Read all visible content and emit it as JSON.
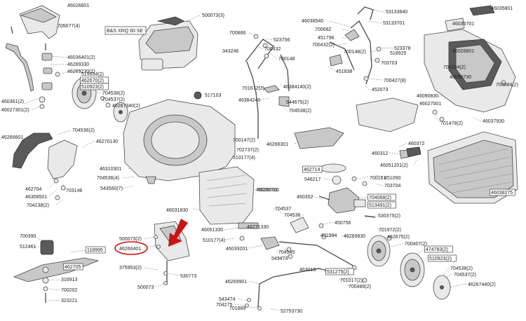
{
  "engine_label": "B&S XRQ 60 SE",
  "highlight_color": "#d01010",
  "arrow_color": "#c81414",
  "labels": [
    {
      "id": "l1",
      "text": "46026601"
    },
    {
      "id": "l2",
      "text": "705077(4)"
    },
    {
      "id": "l3",
      "text": "46036401(2)"
    },
    {
      "id": "l4",
      "text": "46269330"
    },
    {
      "id": "l5",
      "text": "46269230(2)"
    },
    {
      "id": "l6",
      "text": "519554(2)"
    },
    {
      "id": "l7",
      "text": "462670(2)",
      "boxed": true
    },
    {
      "id": "l8",
      "text": "510923(2)",
      "boxed": true
    },
    {
      "id": "l9",
      "text": "704538(2)"
    },
    {
      "id": "l10",
      "text": "704537(2)"
    },
    {
      "id": "l11",
      "text": "46267340(2)"
    },
    {
      "id": "l12",
      "text": "460361(2)"
    },
    {
      "id": "l13",
      "text": "46027301(2)"
    },
    {
      "id": "l14",
      "text": "500073(3)"
    },
    {
      "id": "l15",
      "text": "700866"
    },
    {
      "id": "l16",
      "text": "523756"
    },
    {
      "id": "l17",
      "text": "700432"
    },
    {
      "id": "l18",
      "text": "343246"
    },
    {
      "id": "l19",
      "text": "700148"
    },
    {
      "id": "l20",
      "text": "46038540"
    },
    {
      "id": "l21",
      "text": "700682"
    },
    {
      "id": "l22",
      "text": "451796"
    },
    {
      "id": "l23",
      "text": "700432(2)"
    },
    {
      "id": "l24",
      "text": "451838"
    },
    {
      "id": "l25",
      "text": "53133840"
    },
    {
      "id": "l26",
      "text": "53133701"
    },
    {
      "id": "l27",
      "text": "523378"
    },
    {
      "id": "l28",
      "text": "700148(2)"
    },
    {
      "id": "l29",
      "text": "518925"
    },
    {
      "id": "l30",
      "text": "703703"
    },
    {
      "id": "l31",
      "text": "46035801"
    },
    {
      "id": "l32",
      "text": "46035701"
    },
    {
      "id": "l33",
      "text": "46026801"
    },
    {
      "id": "l34",
      "text": "705104(2)"
    },
    {
      "id": "l35",
      "text": "46090730"
    },
    {
      "id": "l36",
      "text": "703884(2)"
    },
    {
      "id": "l37",
      "text": "46090830"
    },
    {
      "id": "l38",
      "text": "46027001"
    },
    {
      "id": "l39",
      "text": "701478(2)"
    },
    {
      "id": "l40",
      "text": "46037930"
    },
    {
      "id": "l41",
      "text": "700427(8)"
    },
    {
      "id": "l42",
      "text": "452073"
    },
    {
      "id": "l43",
      "text": "701672(2)"
    },
    {
      "id": "l44",
      "text": "46384140(2)"
    },
    {
      "id": "l45",
      "text": "46384240"
    },
    {
      "id": "l46",
      "text": "544675(2)"
    },
    {
      "id": "l47",
      "text": "704538(2)"
    },
    {
      "id": "l48",
      "text": "517103"
    },
    {
      "id": "l49",
      "text": "46266601"
    },
    {
      "id": "l50",
      "text": "704536(2)"
    },
    {
      "id": "l51",
      "text": "46270130"
    },
    {
      "id": "l52",
      "text": "46310301"
    },
    {
      "id": "l53",
      "text": "704536(4)"
    },
    {
      "id": "l54",
      "text": "543560(7)"
    },
    {
      "id": "l55",
      "text": "700147(2)"
    },
    {
      "id": "l56",
      "text": "702737(2)"
    },
    {
      "id": "l57",
      "text": "510177(4)"
    },
    {
      "id": "l58",
      "text": "46266301"
    },
    {
      "id": "l59",
      "text": "46266701"
    },
    {
      "id": "l60",
      "text": "462704"
    },
    {
      "id": "l61",
      "text": "46308501"
    },
    {
      "id": "l62",
      "text": "703146"
    },
    {
      "id": "l63",
      "text": "704138(2)"
    },
    {
      "id": "l64",
      "text": "460372"
    },
    {
      "id": "l65",
      "text": "460312"
    },
    {
      "id": "l66",
      "text": "46051201(2)"
    },
    {
      "id": "l67",
      "text": "462714",
      "boxed": true
    },
    {
      "id": "l68",
      "text": "546217"
    },
    {
      "id": "l69",
      "text": "700161"
    },
    {
      "id": "l70",
      "text": "451090"
    },
    {
      "id": "l71",
      "text": "703704"
    },
    {
      "id": "l72",
      "text": "46038275",
      "boxed": true
    },
    {
      "id": "l73",
      "text": "460352"
    },
    {
      "id": "l74",
      "text": "704068(2)",
      "boxed": true
    },
    {
      "id": "l75",
      "text": "513491(2)",
      "boxed": true
    },
    {
      "id": "l76",
      "text": "530375(2)"
    },
    {
      "id": "l77",
      "text": "46026701"
    },
    {
      "id": "l78",
      "text": "46031830"
    },
    {
      "id": "l79",
      "text": "704537"
    },
    {
      "id": "l80",
      "text": "704538"
    },
    {
      "id": "l81",
      "text": "450756"
    },
    {
      "id": "l82",
      "text": "451994"
    },
    {
      "id": "l83",
      "text": "46271330"
    },
    {
      "id": "l84",
      "text": "46051330"
    },
    {
      "id": "l85",
      "text": "510177(4)"
    },
    {
      "id": "l86",
      "text": "46039201"
    },
    {
      "id": "l87",
      "text": "704545"
    },
    {
      "id": "l88",
      "text": "543474"
    },
    {
      "id": "l89",
      "text": "701972(2)"
    },
    {
      "id": "l90",
      "text": "462675(2)"
    },
    {
      "id": "l91",
      "text": "700407(2)"
    },
    {
      "id": "l92",
      "text": "474783(2)",
      "boxed": true
    },
    {
      "id": "l93",
      "text": "510923(2)",
      "boxed": true
    },
    {
      "id": "l94",
      "text": "704538(2)"
    },
    {
      "id": "l95",
      "text": "704537(2)"
    },
    {
      "id": "l96",
      "text": "46267440(2)"
    },
    {
      "id": "l97",
      "text": "46269830"
    },
    {
      "id": "l98",
      "text": "463015"
    },
    {
      "id": "l99",
      "text": "531275(2)",
      "boxed": true
    },
    {
      "id": "l100",
      "text": "701017(2)"
    },
    {
      "id": "l101",
      "text": "700489(2)"
    },
    {
      "id": "l102",
      "text": "700390"
    },
    {
      "id": "l103",
      "text": "512461"
    },
    {
      "id": "l104",
      "text": "118995",
      "boxed": true
    },
    {
      "id": "l105",
      "text": "462705",
      "boxed": true
    },
    {
      "id": "l106",
      "text": "316913"
    },
    {
      "id": "l107",
      "text": "700202"
    },
    {
      "id": "l108",
      "text": "323221"
    },
    {
      "id": "l109",
      "text": "500073(2)"
    },
    {
      "id": "l110",
      "text": "46266401",
      "highlighted": true
    },
    {
      "id": "l111",
      "text": "375953(2)"
    },
    {
      "id": "l112",
      "text": "530773"
    },
    {
      "id": "l113",
      "text": "500073"
    },
    {
      "id": "l114",
      "text": "46269901"
    },
    {
      "id": "l115",
      "text": "543474"
    },
    {
      "id": "l116",
      "text": "704275"
    },
    {
      "id": "l117",
      "text": "701889"
    },
    {
      "id": "l118",
      "text": "52753730"
    }
  ]
}
